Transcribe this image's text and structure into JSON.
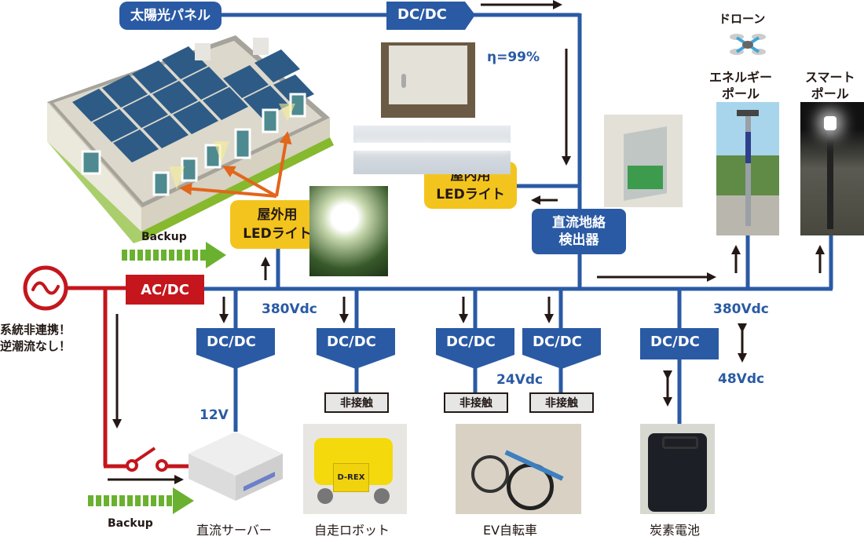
{
  "labels": {
    "solar_panel": "太陽光パネル",
    "dcdc_top": "DC/DC",
    "efficiency": "η=99%",
    "indoor_led_line1": "屋内用",
    "indoor_led_line2": "LEDライト",
    "outdoor_led_line1": "屋外用",
    "outdoor_led_line2": "LEDライト",
    "ground_fault_line1": "直流地絡",
    "ground_fault_line2": "検出器",
    "drone": "ドローン",
    "energy_pole_line1": "エネルギー",
    "energy_pole_line2": "ポール",
    "smart_pole_line1": "スマート",
    "smart_pole_line2": "ポール",
    "backup_top": "Backup",
    "backup_bottom": "Backup",
    "acdc": "AC/DC",
    "grid_note_line1": "系統非連携！",
    "grid_note_line2": "逆潮流なし！",
    "bus_voltage_left": "380Vdc",
    "bus_voltage_right": "380Vdc",
    "battery_voltage": "48Vdc",
    "robot_voltage": "24Vdc",
    "server_voltage": "12V"
  },
  "converters": [
    {
      "label": "DC/DC"
    },
    {
      "label": "DC/DC"
    },
    {
      "label": "DC/DC"
    },
    {
      "label": "DC/DC"
    },
    {
      "label": "DC/DC"
    }
  ],
  "contactless": [
    {
      "label": "非接触"
    },
    {
      "label": "非接触"
    },
    {
      "label": "非接触"
    }
  ],
  "loads": [
    {
      "caption": "直流サーバー"
    },
    {
      "caption": "自走ロボット"
    },
    {
      "caption": "EV自転車"
    },
    {
      "caption": "炭素電池"
    }
  ],
  "photos": {
    "robot_text": "D-REX"
  },
  "colors": {
    "dc_bus": "#2a5aa4",
    "ac_line": "#c4161c",
    "arrow": "#231815",
    "backup": "#6ab130",
    "highlight": "#f3c41d",
    "orange": "#e2661b"
  }
}
